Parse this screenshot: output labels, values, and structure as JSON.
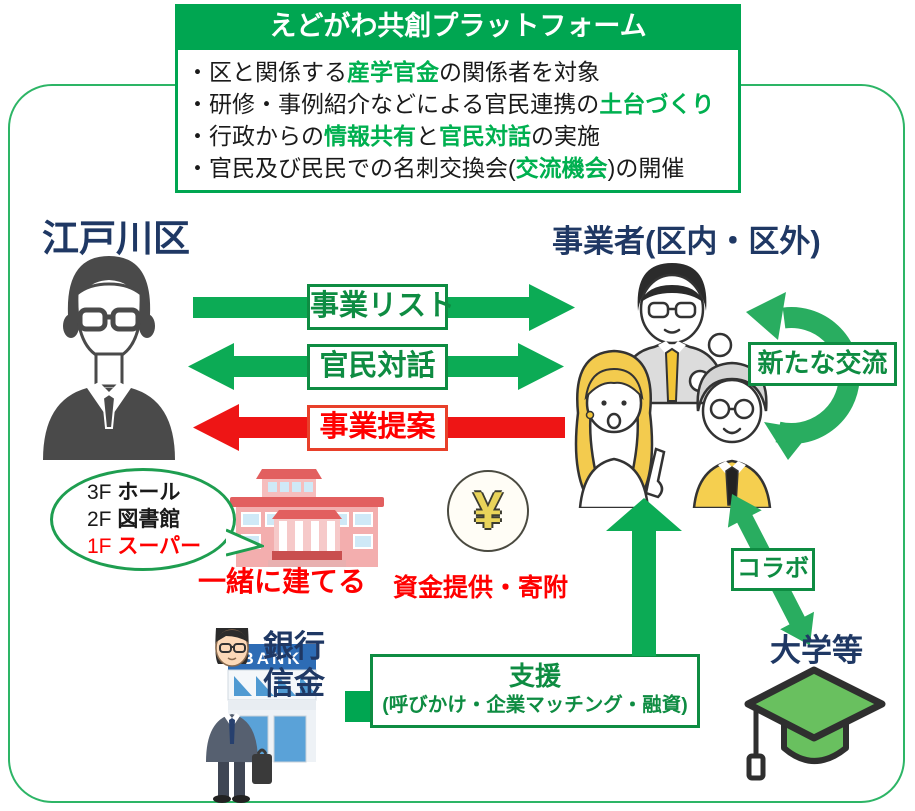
{
  "platform_box": {
    "title": "えどがわ共創プラットフォーム",
    "bullets": [
      {
        "segments": [
          {
            "t": "・区と関係する"
          },
          {
            "t": "産学官金",
            "c": "g"
          },
          {
            "t": "の関係者を対象"
          }
        ]
      },
      {
        "segments": [
          {
            "t": "・研修・事例紹介などによる官民連携の"
          },
          {
            "t": "土台づくり",
            "c": "g"
          }
        ]
      },
      {
        "segments": [
          {
            "t": "・行政からの"
          },
          {
            "t": "情報共有",
            "c": "g"
          },
          {
            "t": "と"
          },
          {
            "t": "官民対話",
            "c": "g"
          },
          {
            "t": "の実施"
          }
        ]
      },
      {
        "segments": [
          {
            "t": "・官民及び民民での名刺交換会("
          },
          {
            "t": "交流機会",
            "c": "g"
          },
          {
            "t": ")の開催"
          }
        ]
      }
    ]
  },
  "actors": {
    "ward": "江戸川区",
    "operators": "事業者(区内・区外)",
    "bank_line1": "銀行",
    "bank_line2": "信金",
    "bank_sign": "BANK",
    "university": "大学等"
  },
  "flows": {
    "business_list": "事業リスト",
    "dialogue": "官民対話",
    "proposal": "事業提案",
    "new_exchange": "新たな交流",
    "collab": "コラボ",
    "support_title": "支援",
    "support_sub": "(呼びかけ・企業マッチング・融資)",
    "funding": "資金提供・寄附",
    "build_together": "一緒に建てる"
  },
  "bubble": {
    "lines": [
      {
        "segments": [
          {
            "t": "3F "
          },
          {
            "t": "ホール",
            "c": "b"
          }
        ]
      },
      {
        "segments": [
          {
            "t": "2F "
          },
          {
            "t": "図書館",
            "c": "b"
          }
        ]
      },
      {
        "segments": [
          {
            "t": "1F ",
            "c": "r"
          },
          {
            "t": "スーパー",
            "c": "rb"
          }
        ]
      }
    ]
  },
  "icons": {
    "yen_symbol": "¥"
  },
  "colors": {
    "brand_green": "#00a651",
    "arrow_green": "#0cab55",
    "cycle_green": "#29ad60",
    "dark_green": "#0e8c42",
    "highlight_green": "#00b050",
    "red_text": "#ff0000",
    "red_arrow": "#ee1515",
    "navy": "#1f3864"
  }
}
